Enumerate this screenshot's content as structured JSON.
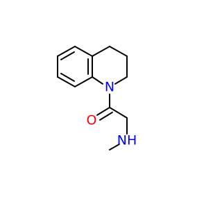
{
  "molecule": {
    "atoms": {
      "nitrogen_ring": "N",
      "oxygen_carbonyl": "O",
      "nitrogen_amine": "NH"
    },
    "colors": {
      "bond": "#000000",
      "nitrogen": "#0000ff",
      "oxygen": "#ff0000"
    }
  }
}
